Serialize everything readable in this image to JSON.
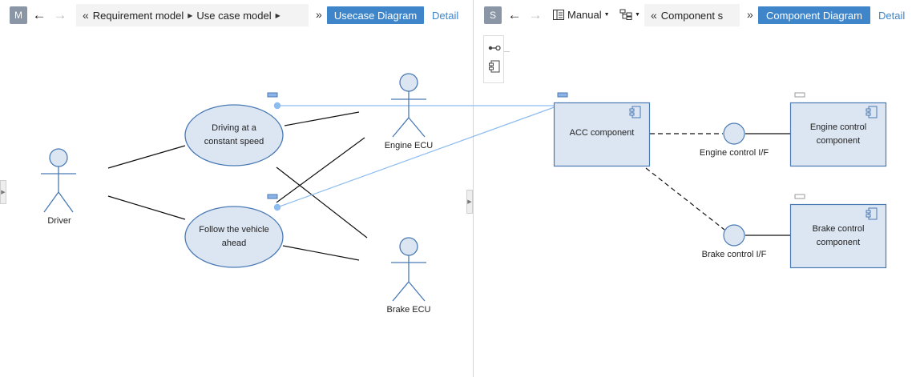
{
  "left_panel": {
    "badge": "M",
    "breadcrumb": [
      "Requirement model",
      "Use case model"
    ],
    "diagram_button": "Usecase Diagram",
    "detail_link": "Detail",
    "actors": [
      "Driver",
      "Engine ECU",
      "Brake ECU"
    ],
    "usecases": [
      {
        "line1": "Driving at a",
        "line2": "constant speed"
      },
      {
        "line1": "Follow the vehicle",
        "line2": "ahead"
      }
    ]
  },
  "right_panel": {
    "badge": "S",
    "layout_mode": "Manual",
    "breadcrumb": [
      "Component s"
    ],
    "diagram_button": "Component Diagram",
    "detail_link": "Detail",
    "components": [
      {
        "line1": "ACC component",
        "line2": ""
      },
      {
        "line1": "Engine control",
        "line2": "component"
      },
      {
        "line1": "Brake control",
        "line2": "component"
      }
    ],
    "interfaces": [
      "Engine control I/F",
      "Brake control I/F"
    ]
  },
  "colors": {
    "accent": "#3e85c9",
    "shape_fill": "#dce6f2",
    "shape_stroke": "#4a7ab5",
    "trace_line": "#8cbcf0"
  }
}
